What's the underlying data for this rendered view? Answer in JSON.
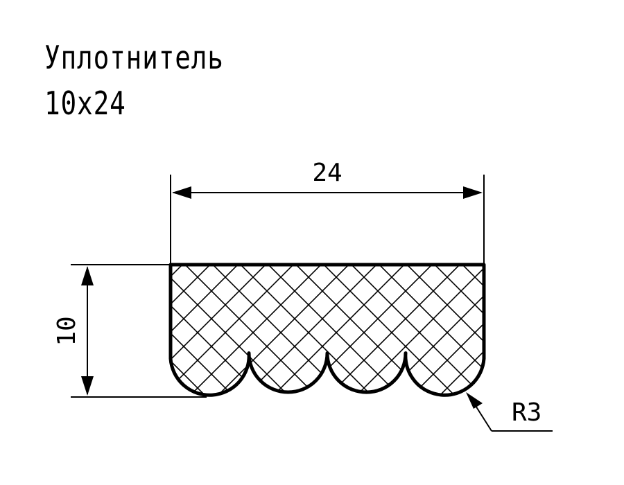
{
  "title": {
    "name": "Уплотнитель",
    "size": "10x24"
  },
  "dimensions": {
    "width_label": "24",
    "height_label": "10",
    "radius_label": "R3"
  },
  "profile": {
    "width": 24,
    "height": 10,
    "radius": 3,
    "lobes": 4
  },
  "colors": {
    "line": "#000000",
    "background": "#ffffff"
  }
}
